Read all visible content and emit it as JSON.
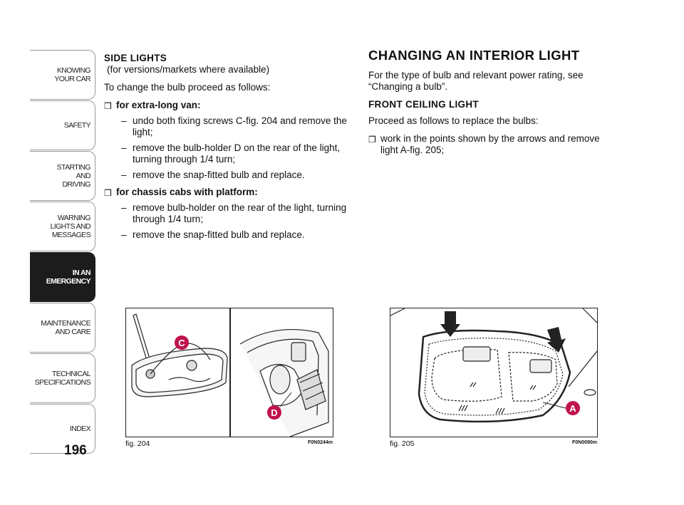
{
  "sidebar": {
    "tabs": [
      {
        "label": "KNOWING\nYOUR CAR",
        "active": false
      },
      {
        "label": "SAFETY",
        "active": false
      },
      {
        "label": "STARTING\nAND\nDRIVING",
        "active": false
      },
      {
        "label": "WARNING\nLIGHTS AND\nMESSAGES",
        "active": false
      },
      {
        "label": "IN AN\nEMERGENCY",
        "active": true
      },
      {
        "label": "MAINTENANCE\nAND CARE",
        "active": false
      },
      {
        "label": "TECHNICAL\nSPECIFICATIONS",
        "active": false
      },
      {
        "label": "INDEX",
        "active": false
      }
    ]
  },
  "page_number": "196",
  "left": {
    "heading": "SIDE LIGHTS",
    "subheading": "(for versions/markets where available)",
    "intro": "To change the bulb proceed as follows:",
    "bullet1": "for extra-long van:",
    "bullet1_steps": [
      "undo both fixing screws C-fig. 204 and remove the light;",
      "remove the bulb-holder D on the rear of the light, turning through 1/4 turn;",
      "remove the snap-fitted bulb and replace."
    ],
    "bullet2": "for chassis cabs with platform:",
    "bullet2_steps": [
      "remove bulb-holder on the rear of the light, turning through 1/4 turn;",
      "remove the snap-fitted bulb and replace."
    ]
  },
  "right": {
    "heading": "CHANGING AN INTERIOR LIGHT",
    "intro": "For the type of bulb and relevant power rating, see “Changing a bulb”.",
    "subheading": "FRONT CEILING LIGHT",
    "proceed": "Proceed as follows to replace the bulbs:",
    "bullet": "work in the points shown by the arrows and remove light A-fig. 205;"
  },
  "bullet_glyph": "❒",
  "dash_glyph": "–",
  "figures": {
    "fig1": {
      "caption": "fig. 204",
      "code": "F0N0244m",
      "label_c": "C",
      "label_d": "D"
    },
    "fig2": {
      "caption": "fig. 205",
      "code": "F0N0090m",
      "label_a": "A"
    }
  }
}
